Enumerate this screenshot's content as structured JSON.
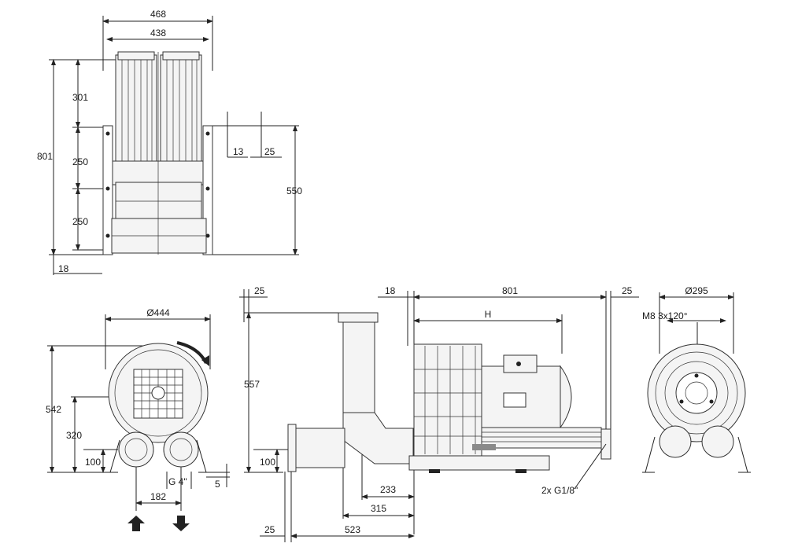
{
  "top_view": {
    "dim_width_outer": "468",
    "dim_width_inner": "438",
    "dim_height_total": "801",
    "dim_upper": "301",
    "dim_mid": "250",
    "dim_lower": "250",
    "dim_base": "18",
    "dim_side_13": "13",
    "dim_side_25": "25",
    "dim_height_550": "550"
  },
  "front_view": {
    "dim_diameter": "Ø444",
    "dim_height_542": "542",
    "dim_height_320": "320",
    "dim_height_100": "100",
    "dim_spacing_182": "182",
    "dim_thread": "G 4\"",
    "dim_foot_5": "5"
  },
  "side_view": {
    "dim_25_top": "25",
    "dim_557": "557",
    "dim_100": "100",
    "dim_18": "18",
    "dim_801": "801",
    "dim_25_right": "25",
    "dim_H": "H",
    "dim_233": "233",
    "dim_315": "315",
    "dim_25_bottom": "25",
    "dim_523": "523",
    "port_label": "2x G1/8\""
  },
  "end_view": {
    "dim_diameter": "Ø295",
    "dim_bolt": "M8 3x120°"
  }
}
